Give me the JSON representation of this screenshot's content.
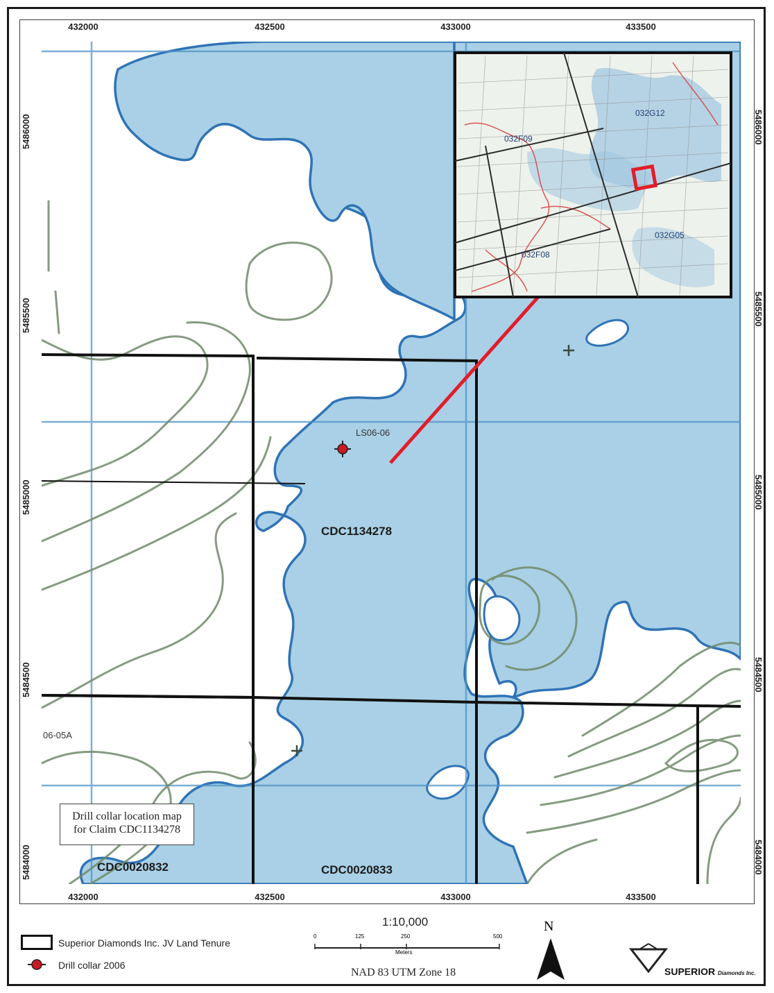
{
  "axis": {
    "top": [
      "432000",
      "432500",
      "433000",
      "433500"
    ],
    "bottom": [
      "432000",
      "432500",
      "433000",
      "433500"
    ],
    "left": [
      "5486000",
      "5485500",
      "5485000",
      "5484500",
      "5484000"
    ],
    "right": [
      "5486000",
      "5485500",
      "5485000",
      "5484500",
      "5484000"
    ]
  },
  "claims": {
    "main": "CDC1134278",
    "southwest": "CDC0020832",
    "south": "CDC0020833"
  },
  "drill_holes": {
    "primary": "LS06-06",
    "west": "06-05A"
  },
  "inset": {
    "sheets": [
      "032G12",
      "032F09",
      "032G05",
      "032F08"
    ]
  },
  "caption": {
    "line1": "Drill collar location map",
    "line2": "for Claim CDC1134278"
  },
  "legend": {
    "tenure": "Superior Diamonds Inc. JV Land Tenure",
    "drill": "Drill collar 2006"
  },
  "scale": {
    "ratio": "1:10,000",
    "ticks": [
      "0",
      "125",
      "250",
      "500"
    ],
    "unit": "Meters"
  },
  "datum": "NAD 83 UTM Zone 18",
  "north": "N",
  "logo": {
    "name": "SUPERIOR",
    "suffix": "Diamonds Inc."
  },
  "colors": {
    "water": "#a9d0e6",
    "shoreline": "#2f73b5",
    "contour": "#6f8a6a",
    "tenure_boundary": "#111111",
    "pointer": "#e21d2a",
    "utm_grid": "#4f93c8"
  }
}
